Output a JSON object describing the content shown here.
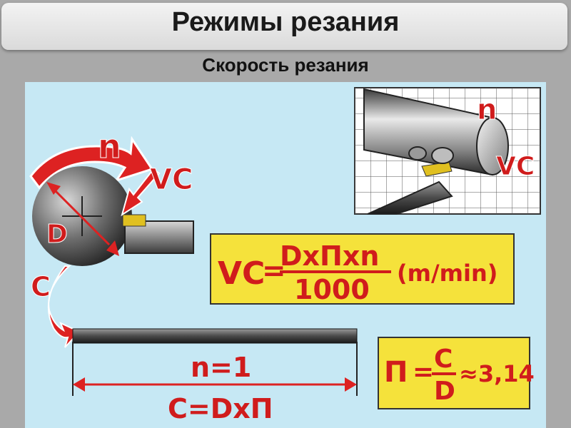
{
  "header": {
    "title": "Режимы резания",
    "subtitle": "Скорость резания"
  },
  "diagram": {
    "labels": {
      "n": "n",
      "vc": "VC",
      "d": "D",
      "c": "C"
    },
    "cylinder_labels": {
      "n": "n",
      "vc": "VC"
    },
    "formula_main": {
      "lhs": "VC",
      "eq": "=",
      "numerator": "DxΠxn",
      "denominator": "1000",
      "unit": "(m/min)"
    },
    "unroll": {
      "n_line": "n=1",
      "c_line": "C=DxΠ"
    },
    "formula_pi": {
      "lhs": "Π",
      "eq": "=",
      "numerator": "C",
      "denominator": "D",
      "approx": "≈3,14"
    }
  }
}
